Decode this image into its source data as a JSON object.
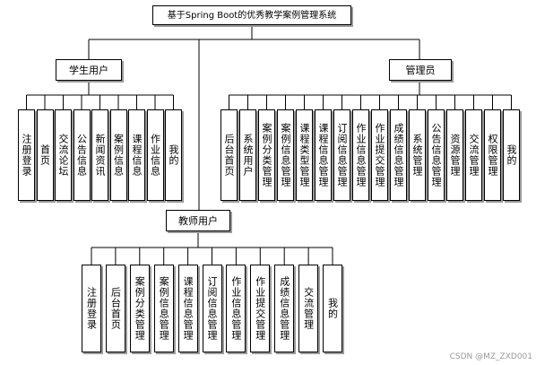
{
  "title": "基于Spring Boot的优秀教学案例管理系统",
  "branches": {
    "student": {
      "label": "学生用户",
      "modules": [
        "注册登录",
        "首页",
        "交流论坛",
        "公告信息",
        "新闻资讯",
        "案例信息",
        "课程信息",
        "作业信息",
        "我的"
      ]
    },
    "admin": {
      "label": "管理员",
      "modules": [
        "后台首页",
        "系统用户",
        "案例分类管理",
        "案例信息管理",
        "课程类型管理",
        "课程信息管理",
        "订阅信息管理",
        "作业信息管理",
        "作业提交管理",
        "成绩信息管理",
        "系统管理",
        "公告信息管理",
        "资源管理",
        "交流管理",
        "权限管理",
        "我的"
      ]
    },
    "teacher": {
      "label": "教师用户",
      "modules": [
        "注册登录",
        "后台首页",
        "案例分类管理",
        "案例信息管理",
        "课程信息管理",
        "订阅信息管理",
        "作业信息管理",
        "作业提交管理",
        "成绩信息管理",
        "交流管理",
        "我的"
      ]
    }
  },
  "watermark": "CSDN @MZ_ZXD001"
}
